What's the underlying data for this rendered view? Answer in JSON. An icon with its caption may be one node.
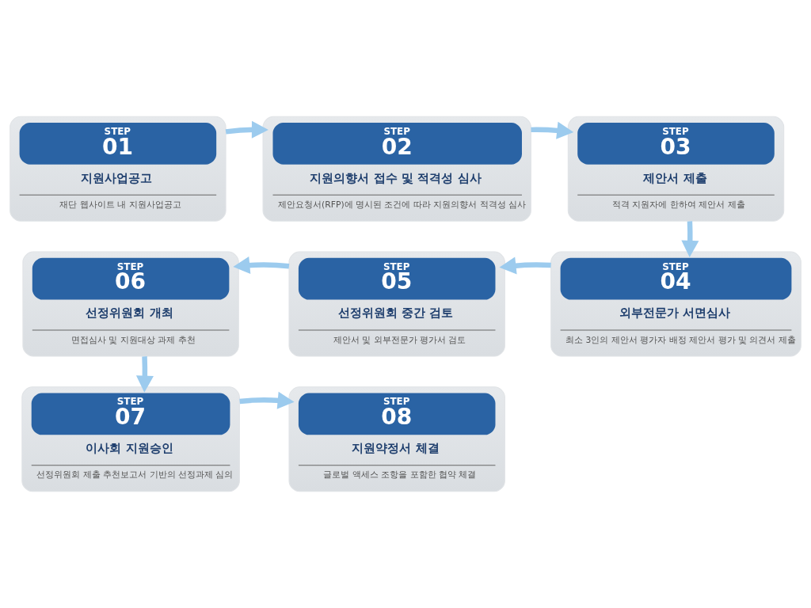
{
  "diagram": {
    "nodes": [
      {
        "text": [
          "STEP",
          "01",
          "지원사업공고",
          "재단 웹사이트 내 지원사업공고"
        ]
      },
      {
        "text": [
          "STEP",
          "02",
          "지원의향서 접수 및 적격성 심사",
          "제안요청서(RFP)에 명시된 조건에 따라 지원의향서 적격성 심사"
        ]
      },
      {
        "text": [
          "STEP",
          "03",
          "제안서 제출",
          "적격 지원자에 한하여 제안서 제출"
        ]
      },
      {
        "text": [
          "STEP",
          "04",
          "외부전문가 서면심사",
          "최소 3인의 제안서 평가자 배정 제안서 평가 및 의견서 제출"
        ]
      },
      {
        "text": [
          "STEP",
          "05",
          "선정위원회 중간 검토",
          "제안서 및 외부전문가 평가서 검토"
        ]
      },
      {
        "text": [
          "STEP",
          "06",
          "선정위원회 개최",
          "면접심사 및 지원대상 과제 추천"
        ]
      },
      {
        "text": [
          "STEP",
          "07",
          "이사회 지원승인",
          "선정위원회 제출 추천보고서 기반의 선정과제 심의"
        ]
      },
      {
        "text": [
          "STEP",
          "08",
          "지원약정서 체결",
          "글로벌 액세스 조항을 포함한 협약 체결"
        ]
      }
    ],
    "edges": [
      {
        "from": 0,
        "to": 1,
        "arrow": "to"
      },
      {
        "from": 1,
        "to": 2,
        "arrow": "to"
      },
      {
        "from": 2,
        "to": 3,
        "arrow": "to"
      },
      {
        "from": 3,
        "to": 4,
        "arrow": "to"
      },
      {
        "from": 4,
        "to": 5,
        "arrow": "to"
      },
      {
        "from": 5,
        "to": 6,
        "arrow": "to"
      },
      {
        "from": 6,
        "to": 7,
        "arrow": "to"
      }
    ]
  }
}
